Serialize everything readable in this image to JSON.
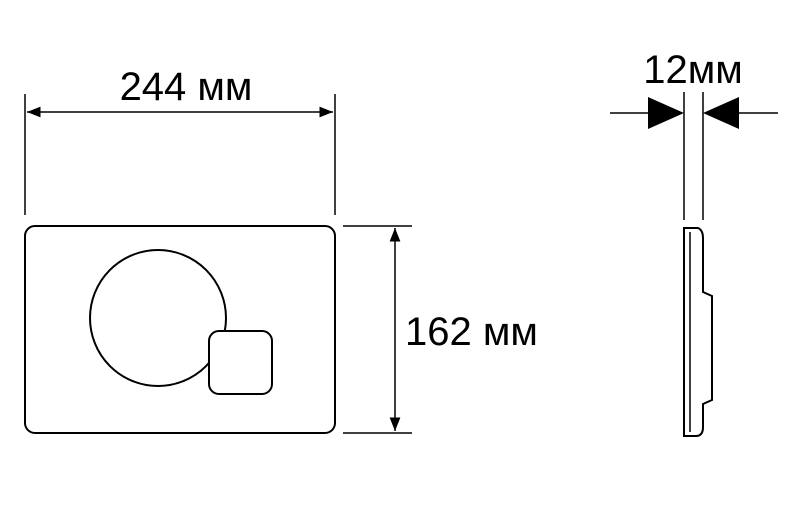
{
  "width_label": "244 мм",
  "height_label": "162 мм",
  "depth_label": "12мм",
  "colors": {
    "stroke": "#000000",
    "background": "#ffffff"
  }
}
